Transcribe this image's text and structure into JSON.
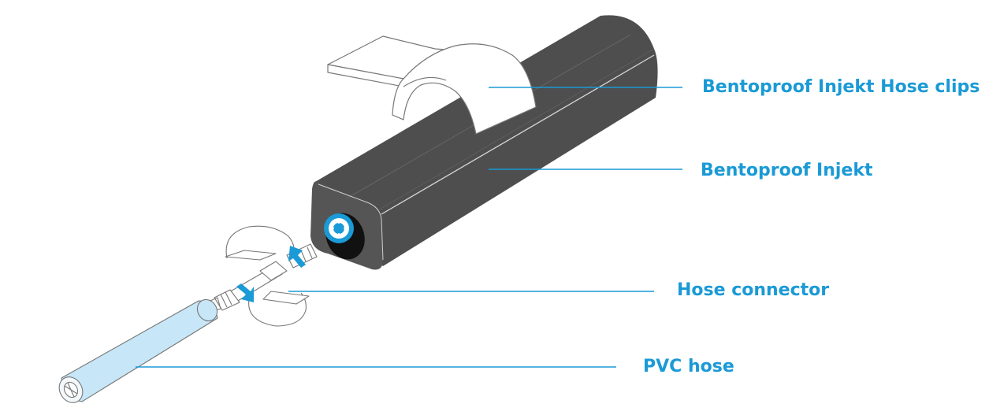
{
  "labels": {
    "hose_clips": "Bentoproof Injekt Hose clips",
    "injekt": "Bentoproof Injekt",
    "hose_connector": "Hose connector",
    "pvc_hose": "PVC hose"
  },
  "colors": {
    "label": "#1a9ad6",
    "leader_line": "#1a9ad6",
    "bar_fill": "#4e4e4e",
    "bar_end": "#555555",
    "clip_fill": "#ffffff",
    "hose_fill": "#c7e6f7",
    "accent_blue": "#1a9ad6",
    "outline": "#777777"
  }
}
